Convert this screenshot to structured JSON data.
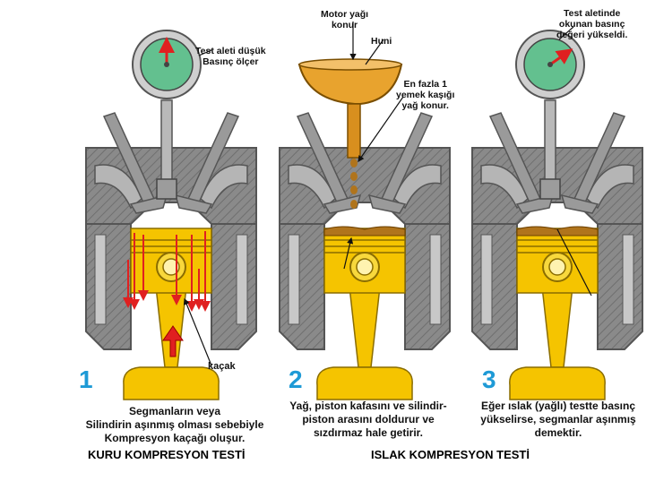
{
  "labels": {
    "gauge_low": "Test aleti düşük\nBasınç ölçer",
    "motor_oil": "Motor yağı\nkonur",
    "funnel": "Huni",
    "max_spoon": "En fazla 1\nyemek kaşığı\nyağ konur.",
    "gauge_high": "Test aletinde\nokunan basınç\ndeğeri yükseldi.",
    "leak": "kaçak"
  },
  "panels": [
    {
      "number": "1",
      "caption": "Segmanların veya\nSilindirin aşınmış olması sebebiyle\nKompresyon kaçağı oluşur."
    },
    {
      "number": "2",
      "caption": "Yağ, piston kafasını ve silindir-\npiston arasını doldurur ve\nsızdırmaz hale getirir."
    },
    {
      "number": "3",
      "caption": "Eğer ıslak (yağlı) testte basınç\nyükselirse, segmanlar aşınmış\ndemektir."
    }
  ],
  "titles": {
    "dry": "KURU KOMPRESYON TESTİ",
    "wet": "ISLAK KOMPRESYON TESTİ"
  },
  "colors": {
    "engine_gray": "#8a8a8a",
    "engine_dark": "#555555",
    "piston_yellow": "#f5c400",
    "gauge_face": "#63c08f",
    "oil": "#b0741c",
    "leak_red": "#e02020",
    "number_blue": "#1e9ad6"
  }
}
